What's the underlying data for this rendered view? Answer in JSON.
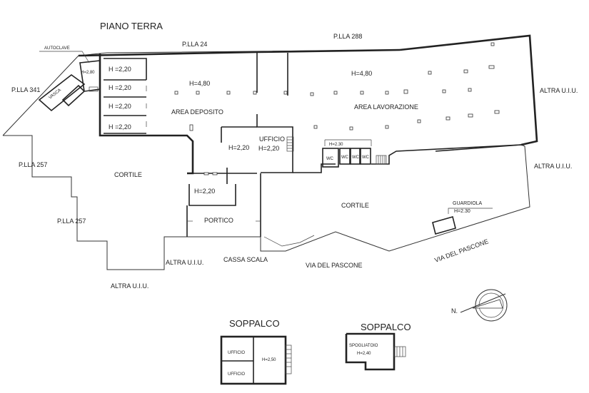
{
  "titles": {
    "ground_floor": "PIANO TERRA",
    "mezzanine_left": "SOPPALCO",
    "mezzanine_right": "SOPPALCO"
  },
  "parcels": {
    "p341": "P.LLA 341",
    "p24": "P.LLA 24",
    "p288": "P.LLA 288",
    "p257_a": "P.LLA 257",
    "p257_b": "P.LLA 257"
  },
  "neighbors": {
    "altra_right_top": "ALTRA U.I.U.",
    "altra_right_mid": "ALTRA U.I.U.",
    "altra_bottom_mid": "ALTRA U.I.U.",
    "altra_bottom_left": "ALTRA U.I.U."
  },
  "streets": {
    "bottom": "VIA DEL PASCONE",
    "diagonal": "VIA DEL PASCONE"
  },
  "rooms": {
    "autoclave": "AUTOCLAVE",
    "vasca": "VASCA",
    "area_deposito": "AREA DEPOSITO",
    "area_lavorazione": "AREA LAVORAZIONE",
    "ufficio": "UFFICIO",
    "cortile_left": "CORTILE",
    "cortile_right": "CORTILE",
    "portico": "PORTICO",
    "cassa_scala": "CASSA SCALA",
    "guardiola": "GUARDIOLA",
    "wc1": "WC",
    "wc2": "WC",
    "wc3": "WC",
    "wc4": "WC",
    "ufficio_s1": "UFFICIO",
    "ufficio_s2": "UFFICIO",
    "spogliatoio": "SPOGLIATOIO"
  },
  "heights": {
    "autoclave": "H=2,80",
    "cell1": "H =2,20",
    "cell2": "H =2,20",
    "cell3": "H =2,20",
    "cell4": "H =2,20",
    "deposito": "H=4,80",
    "lavorazione": "H=4,80",
    "mid_room": "H=2,20",
    "ufficio": "H=2,20",
    "lower_room": "H=2,20",
    "wc_block": "H=2.30",
    "guardiola": "H=2.30",
    "soppalco_left": "H=2,50",
    "soppalco_right": "H=2,40"
  },
  "compass": {
    "north": "N."
  }
}
